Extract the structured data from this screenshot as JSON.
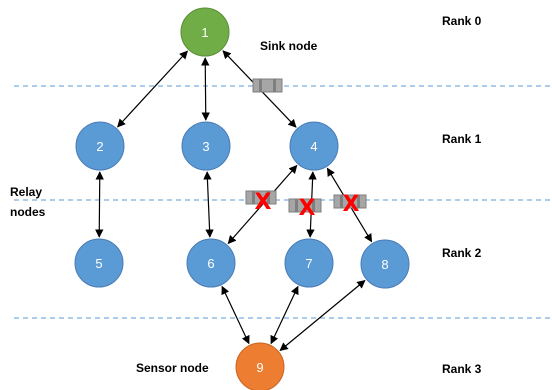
{
  "colors": {
    "sink": "#70ad47",
    "relay": "#5b9bd5",
    "sensor": "#ed7d31",
    "node_stroke": "#4a7bb5",
    "divider": "#5b9bd5",
    "blocked_x": "#ff0000",
    "jammer": "#a6a6a6"
  },
  "labels": {
    "sink_node": "Sink node",
    "relay_nodes_line1": "Relay",
    "relay_nodes_line2": "nodes",
    "sensor_node": "Sensor node",
    "rank0": "Rank 0",
    "rank1": "Rank 1",
    "rank2": "Rank 2",
    "rank3": "Rank 3"
  },
  "nodes": [
    {
      "id": "1",
      "role": "sink"
    },
    {
      "id": "2",
      "role": "relay"
    },
    {
      "id": "3",
      "role": "relay"
    },
    {
      "id": "4",
      "role": "relay"
    },
    {
      "id": "5",
      "role": "relay"
    },
    {
      "id": "6",
      "role": "relay"
    },
    {
      "id": "7",
      "role": "relay"
    },
    {
      "id": "8",
      "role": "relay"
    },
    {
      "id": "9",
      "role": "sensor"
    }
  ],
  "links": [
    {
      "from": "1",
      "to": "2",
      "bidirectional": true
    },
    {
      "from": "1",
      "to": "3",
      "bidirectional": true
    },
    {
      "from": "1",
      "to": "4",
      "bidirectional": true
    },
    {
      "from": "2",
      "to": "5",
      "bidirectional": true
    },
    {
      "from": "3",
      "to": "6",
      "bidirectional": true
    },
    {
      "from": "4",
      "to": "6",
      "bidirectional": true
    },
    {
      "from": "4",
      "to": "7",
      "bidirectional": true
    },
    {
      "from": "4",
      "to": "8",
      "bidirectional": true
    },
    {
      "from": "6",
      "to": "9",
      "bidirectional": true
    },
    {
      "from": "7",
      "to": "9",
      "bidirectional": true
    },
    {
      "from": "8",
      "to": "9",
      "bidirectional": true
    }
  ],
  "blocked_links": [
    {
      "from": "4",
      "to": "6",
      "mark": "X"
    },
    {
      "from": "4",
      "to": "7",
      "mark": "X"
    },
    {
      "from": "4",
      "to": "8",
      "mark": "X"
    }
  ],
  "jammed_links": [
    {
      "from": "1",
      "to": "4"
    }
  ]
}
